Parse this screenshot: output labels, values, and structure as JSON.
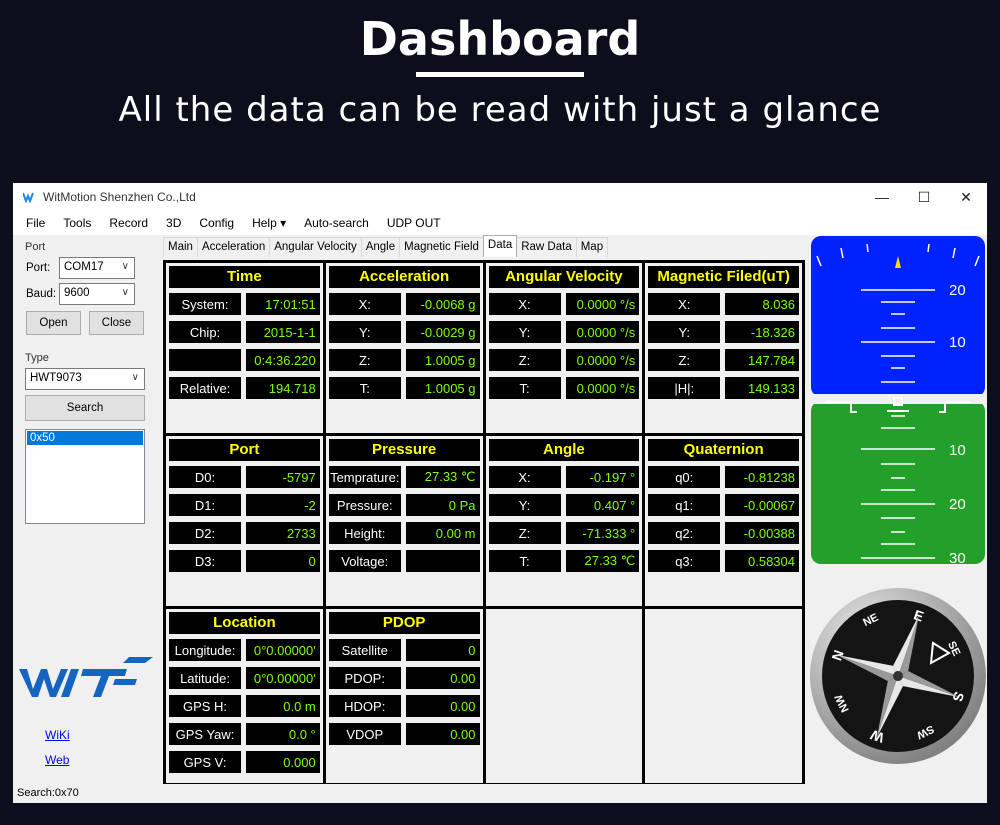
{
  "banner": {
    "title": "Dashboard",
    "subtitle": "All the data can be read with just a glance"
  },
  "window": {
    "title": "WitMotion Shenzhen Co.,Ltd",
    "minimize": "—",
    "maximize": "☐",
    "close": "✕"
  },
  "menu": [
    "File",
    "Tools",
    "Record",
    "3D",
    "Config",
    "Help ▾",
    "Auto-search",
    "UDP OUT"
  ],
  "port_group": {
    "title": "Port",
    "port_label": "Port:",
    "port_value": "COM17",
    "baud_label": "Baud:",
    "baud_value": "9600",
    "open": "Open",
    "close": "Close"
  },
  "type_group": {
    "title": "Type",
    "type_value": "HWT9073",
    "search": "Search",
    "device": "0x50"
  },
  "links": {
    "wiki": "WiKi",
    "web": "Web"
  },
  "tabs": [
    "Main",
    "Acceleration",
    "Angular Velocity",
    "Angle",
    "Magnetic Field",
    "Data",
    "Raw Data",
    "Map"
  ],
  "active_tab": "Data",
  "panels": {
    "time": {
      "title": "Time",
      "rows": [
        [
          "System:",
          "17:01:51"
        ],
        [
          "Chip:",
          "2015-1-1"
        ],
        [
          "",
          "0:4:36.220"
        ],
        [
          "Relative:",
          "194.718"
        ]
      ]
    },
    "acceleration": {
      "title": "Acceleration",
      "rows": [
        [
          "X:",
          "-0.0068 g"
        ],
        [
          "Y:",
          "-0.0029 g"
        ],
        [
          "Z:",
          "1.0005 g"
        ],
        [
          "T:",
          "1.0005 g"
        ]
      ]
    },
    "angular_velocity": {
      "title": "Angular Velocity",
      "rows": [
        [
          "X:",
          "0.0000 °/s"
        ],
        [
          "Y:",
          "0.0000 °/s"
        ],
        [
          "Z:",
          "0.0000 °/s"
        ],
        [
          "T:",
          "0.0000 °/s"
        ]
      ]
    },
    "magnetic": {
      "title": "Magnetic Filed(uT)",
      "rows": [
        [
          "X:",
          "8.036"
        ],
        [
          "Y:",
          "-18.326"
        ],
        [
          "Z:",
          "147.784"
        ],
        [
          "|H|:",
          "149.133"
        ]
      ]
    },
    "port": {
      "title": "Port",
      "rows": [
        [
          "D0:",
          "-5797"
        ],
        [
          "D1:",
          "-2"
        ],
        [
          "D2:",
          "2733"
        ],
        [
          "D3:",
          "0"
        ]
      ]
    },
    "pressure": {
      "title": "Pressure",
      "rows": [
        [
          "Temprature:",
          "27.33 ℃"
        ],
        [
          "Pressure:",
          "0 Pa"
        ],
        [
          "Height:",
          "0.00 m"
        ],
        [
          "Voltage:",
          ""
        ]
      ]
    },
    "angle": {
      "title": "Angle",
      "rows": [
        [
          "X:",
          "-0.197 °"
        ],
        [
          "Y:",
          "0.407 °"
        ],
        [
          "Z:",
          "-71.333 °"
        ],
        [
          "T:",
          "27.33 ℃"
        ]
      ]
    },
    "quaternion": {
      "title": "Quaternion",
      "rows": [
        [
          "q0:",
          "-0.81238"
        ],
        [
          "q1:",
          "-0.00067"
        ],
        [
          "q2:",
          "-0.00388"
        ],
        [
          "q3:",
          "0.58304"
        ]
      ]
    },
    "location": {
      "title": "Location",
      "rows": [
        [
          "Longitude:",
          "0°0.00000'"
        ],
        [
          "Latitude:",
          "0°0.00000'"
        ],
        [
          "GPS H:",
          "0.0 m"
        ],
        [
          "GPS Yaw:",
          "0.0 °"
        ],
        [
          "GPS V:",
          "0.000"
        ]
      ]
    },
    "pdop": {
      "title": "PDOP",
      "rows": [
        [
          "Satellite",
          "0"
        ],
        [
          "PDOP:",
          "0.00"
        ],
        [
          "HDOP:",
          "0.00"
        ],
        [
          "VDOP",
          "0.00"
        ]
      ]
    }
  },
  "attitude": {
    "sky_color": "#0022ff",
    "ground_color": "#22a02a",
    "labels": [
      "20",
      "10",
      "10",
      "20",
      "30"
    ]
  },
  "compass": {
    "labels": [
      "N",
      "NE",
      "E",
      "SE",
      "S",
      "SW",
      "W",
      "NW"
    ]
  },
  "status": "Search:0x70"
}
